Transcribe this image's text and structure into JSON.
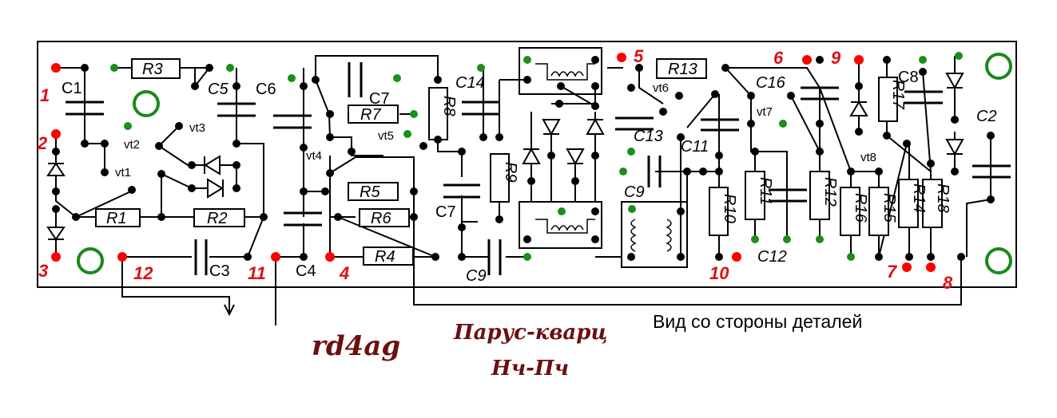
{
  "colors": {
    "ink": "#000000",
    "pad": "#ff0000",
    "via": "#1a8f1a",
    "mount_hole": "#1a8a1a",
    "label_red": "#e01010",
    "brand": "#6b0f0f"
  },
  "caption": "Вид со стороны деталей",
  "brand": {
    "call": "rd4ag",
    "title": "Парус-кварц",
    "subtitle": "Нч-Пч"
  },
  "pins": [
    "1",
    "2",
    "3",
    "4",
    "5",
    "6",
    "7",
    "8",
    "9",
    "10",
    "11",
    "12"
  ],
  "resistors": [
    "R1",
    "R2",
    "R3",
    "R4",
    "R5",
    "R6",
    "R7",
    "R8",
    "R9",
    "R10",
    "R11",
    "R12",
    "R13",
    "R14",
    "R15",
    "R16",
    "R17",
    "R18"
  ],
  "capacitors": [
    "C1",
    "C2",
    "C3",
    "C4",
    "C5",
    "C6",
    "C7",
    "C7",
    "C8",
    "C9",
    "C9",
    "C11",
    "C12",
    "C13",
    "C14",
    "C16"
  ],
  "transistors": [
    "vt1",
    "vt2",
    "vt3",
    "vt4",
    "vt5",
    "vt6",
    "vt7",
    "vt8"
  ]
}
